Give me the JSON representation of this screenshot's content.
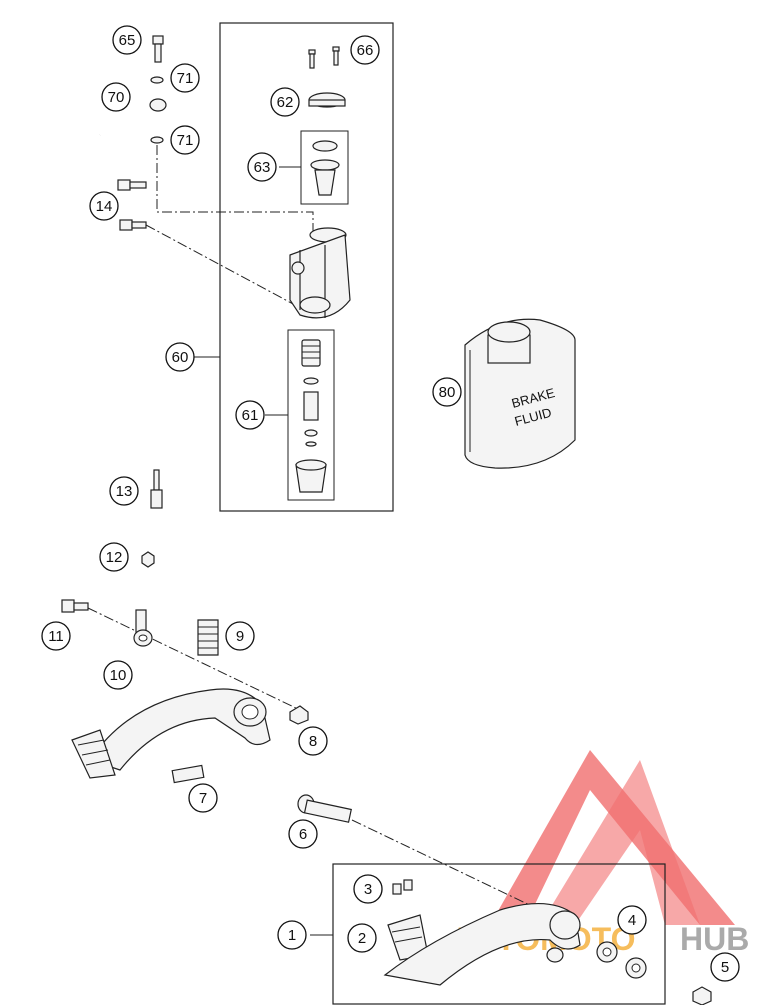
{
  "diagram": {
    "callouts": [
      "65",
      "71",
      "70",
      "71",
      "66",
      "62",
      "63",
      "14",
      "60",
      "61",
      "80",
      "13",
      "12",
      "11",
      "9",
      "10",
      "8",
      "7",
      "6",
      "3",
      "2",
      "1",
      "4",
      "5"
    ],
    "bottle_label_line1": "BRAKE",
    "bottle_label_line2": "FLUID",
    "watermark_left": "AUTOMOTO",
    "watermark_right": "HUB",
    "colors": {
      "watermark_red": "#e23c3c",
      "watermark_orange": "#f2a51f",
      "watermark_gray": "#8a8a8a",
      "line": "#222222"
    }
  }
}
